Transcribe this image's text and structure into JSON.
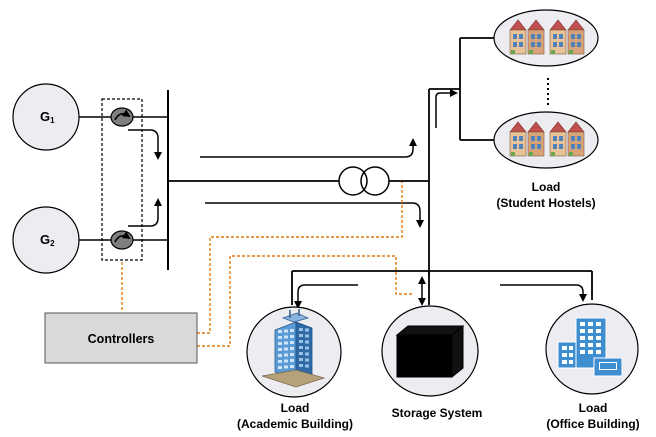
{
  "generators": [
    {
      "letter": "G",
      "index": "1"
    },
    {
      "letter": "G",
      "index": "2"
    }
  ],
  "controllers": {
    "label": "Controllers"
  },
  "loads": {
    "student_hostels": {
      "line1": "Load",
      "line2": "(Student Hostels)"
    },
    "academic_building": {
      "line1": "Load",
      "line2": "(Academic Building)"
    },
    "storage_system": {
      "line1": "Storage System"
    },
    "office_building": {
      "line1": "Load",
      "line2": "(Office Building)"
    }
  },
  "colors": {
    "line": "#000000",
    "control_dashed": "#e07a10",
    "node_fill": "#ececf1",
    "controllers_fill": "#d9d9d9",
    "battery_fill": "#000000",
    "building_blue": "#3e8ed0"
  },
  "icons": [
    "transformer-icon",
    "hostel-building-icon",
    "academic-building-icon",
    "office-building-icon",
    "battery-icon",
    "valve-icon"
  ]
}
